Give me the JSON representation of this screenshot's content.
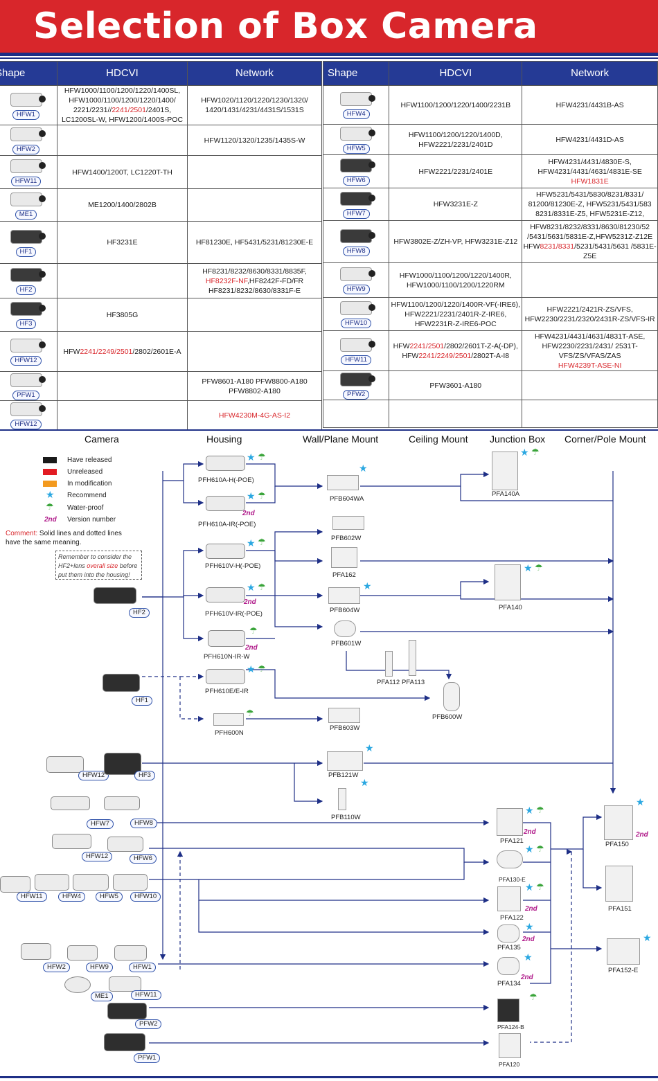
{
  "title": "Selection of Box Camera",
  "table_headers": {
    "shape": "Shape",
    "hdcvi": "HDCVI",
    "network": "Network"
  },
  "left_rows": [
    {
      "badge": "HFW1",
      "hdcvi": "HFW1000/1100/1200/1220/1400SL, HFW1000/1100/1200/1220/1400/ 2221/2231//",
      "hdcvi_red": "2241/2501",
      "hdcvi_tail": "/2401S, LC1200SL-W, HFW1200/1400S-POC",
      "network": "HFW1020/1120/1220/1230/1320/ 1420/1431/4231/4431S/1531S"
    },
    {
      "badge": "HFW2",
      "hdcvi": "",
      "network": "HFW1120/1320/1235/1435S-W"
    },
    {
      "badge": "HFW11",
      "hdcvi": "HFW1400/1200T, LC1220T-TH",
      "network": ""
    },
    {
      "badge": "ME1",
      "hdcvi": "ME1200/1400/2802B",
      "network": ""
    },
    {
      "badge": "HF1",
      "hdcvi": "HF3231E",
      "network": "HF81230E, HF5431/5231/81230E-E"
    },
    {
      "badge": "HF2",
      "hdcvi": "",
      "network_a": "HF8231/8232/8630/8331/8835F,",
      "network_red": "HF8232F-NF",
      "network_b": ",HF8242F-FD/FR HF8231/8232/8630/8331F-E"
    },
    {
      "badge": "HF3",
      "hdcvi": "HF3805G",
      "network": ""
    },
    {
      "badge": "HFW12",
      "hdcvi_a": "HFW",
      "hdcvi_red": "2241/2249/2501",
      "hdcvi_b": "/2802/2601E-A",
      "network": ""
    },
    {
      "badge": "PFW1",
      "hdcvi": "",
      "network": "PFW8601-A180 PFW8800-A180 PFW8802-A180"
    },
    {
      "badge": "HFW12",
      "hdcvi": "",
      "network_red": "HFW4230M-4G-AS-I2"
    }
  ],
  "right_rows": [
    {
      "badge": "HFW4",
      "hdcvi": "HFW1100/1200/1220/1400/2231B",
      "network": "HFW4231/4431B-AS"
    },
    {
      "badge": "HFW5",
      "hdcvi": "HFW1100/1200/1220/1400D, HFW2221/2231/2401D",
      "network": "HFW4231/4431D-AS"
    },
    {
      "badge": "HFW6",
      "hdcvi": "HFW2221/2231/2401E",
      "network": "HFW4231/4431/4830E-S, HFW4231/4431/4631/4831E-SE",
      "network_red": "HFW1831E"
    },
    {
      "badge": "HFW7",
      "hdcvi": "HFW3231E-Z",
      "network": "HFW5231/5431/5830/8231/8331/ 81200/81230E-Z, HFW5231/5431/583 8231/8331E-Z5, HFW5231E-Z12,"
    },
    {
      "badge": "HFW8",
      "hdcvi": "HFW3802E-Z/ZH-VP, HFW3231E-Z12",
      "network_a": "HFW8231/8232/8331/8630/81230/52 /5431/5631/5831E-Z,HFW5231Z-Z12E HFW",
      "network_red": "8231/8331",
      "network_b": "/5231/5431/5631 /5831E-Z5E"
    },
    {
      "badge": "HFW9",
      "hdcvi": "HFW1000/1100/1200/1220/1400R, HFW1000/1100/1200/1220RM",
      "network": ""
    },
    {
      "badge": "HFW10",
      "hdcvi": "HFW1100/1200/1220/1400R-VF(-IRE6), HFW2221/2231/2401R-Z-IRE6, HFW2231R-Z-IRE6-POC",
      "network": "HFW2221/2421R-ZS/VFS, HFW2230/2231/2320/2431R-ZS/VFS-IR"
    },
    {
      "badge": "HFW11",
      "hdcvi_a": "HFW",
      "hdcvi_red": "2241/2501",
      "hdcvi_b": "/2802/2601T-Z-A(-DP), HFW",
      "hdcvi_red2": "2241/2249/2501",
      "hdcvi_c": "/2802T-A-I8",
      "network": "HFW4231/4431/4631/4831T-ASE, HFW2230/2231/2431/ 2531T-VFS/ZS/VFAS/ZAS",
      "network_red": "HFW4239T-ASE-NI"
    },
    {
      "badge": "PFW2",
      "hdcvi": "PFW3601-A180",
      "network": ""
    },
    {
      "badge": "",
      "hdcvi": "",
      "network": ""
    }
  ],
  "diagram": {
    "columns": [
      "Camera",
      "Housing",
      "Wall/Plane Mount",
      "Ceiling Mount",
      "Junction Box",
      "Corner/Pole Mount"
    ],
    "legend": [
      {
        "label": "Have released",
        "color": "#1a1a1a"
      },
      {
        "label": "Unreleased",
        "color": "#e21b23"
      },
      {
        "label": "In modification",
        "color": "#f39a1e"
      },
      {
        "label": "Recommend",
        "icon": "star-icon"
      },
      {
        "label": "Water-proof",
        "icon": "umbrella-icon"
      },
      {
        "label": "Version number",
        "mark": "2nd"
      }
    ],
    "comment_label": "Comment:",
    "comment": "Solid lines and dotted lines have the same meaning.",
    "reminder_a": "Remember to consider the HF2+lens",
    "reminder_red": "overall size",
    "reminder_b": "before put them into the housing!",
    "version_mark": "2nd",
    "housings": [
      "PFH610A-H(-POE)",
      "PFH610A-IR(-POE)",
      "PFH610V-H(-POE)",
      "PFH610V-IR(-POE)",
      "PFH610N-IR-W",
      "PFH610E/E-IR",
      "PFH600N"
    ],
    "mounts": [
      "PFB604WA",
      "PFB602W",
      "PFA162",
      "PFB604W",
      "PFB601W",
      "PFA112",
      "PFA113",
      "PFB600W",
      "PFB603W",
      "PFB121W",
      "PFB110W"
    ],
    "junction": [
      "PFA140A",
      "PFA140",
      "PFA121",
      "PFA130-E",
      "PFA122",
      "PFA135",
      "PFA134",
      "PFA124-B",
      "PFA120"
    ],
    "pole": [
      "PFA150",
      "PFA151",
      "PFA152-E"
    ],
    "cams": [
      "HF2",
      "HF1",
      "HFW12",
      "HF3",
      "HFW7",
      "HFW8",
      "HFW12",
      "HFW6",
      "HFW11",
      "HFW4",
      "HFW5",
      "HFW10",
      "HFW2",
      "HFW9",
      "HFW1",
      "ME1",
      "HFW11",
      "PFW2",
      "PFW1"
    ]
  }
}
